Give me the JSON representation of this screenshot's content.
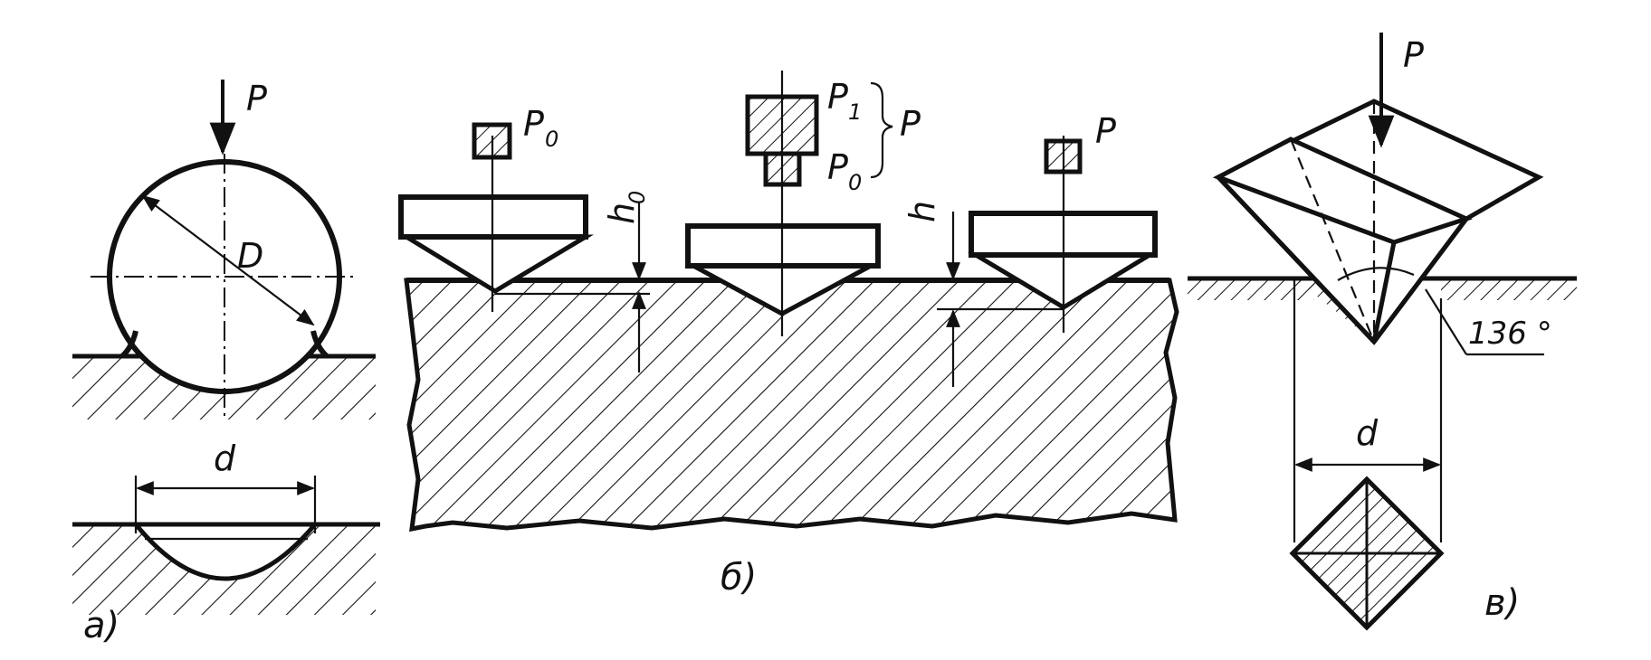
{
  "panel_a": {
    "force_label": "P",
    "diameter_label": "D",
    "imprint_label": "d",
    "caption": "а)"
  },
  "panel_b": {
    "preload_label": "P",
    "preload_sub": "0",
    "main_label": "P",
    "main_sub": "1",
    "mid_preload_label": "P",
    "mid_preload_sub": "0",
    "total_label": "P",
    "final_label": "P",
    "h0_label": "h",
    "h0_sub": "0",
    "h_label": "h",
    "caption": "б)"
  },
  "panel_c": {
    "force_label": "P",
    "angle_label": "136 °",
    "diagonal_label": "d",
    "caption": "в)"
  }
}
